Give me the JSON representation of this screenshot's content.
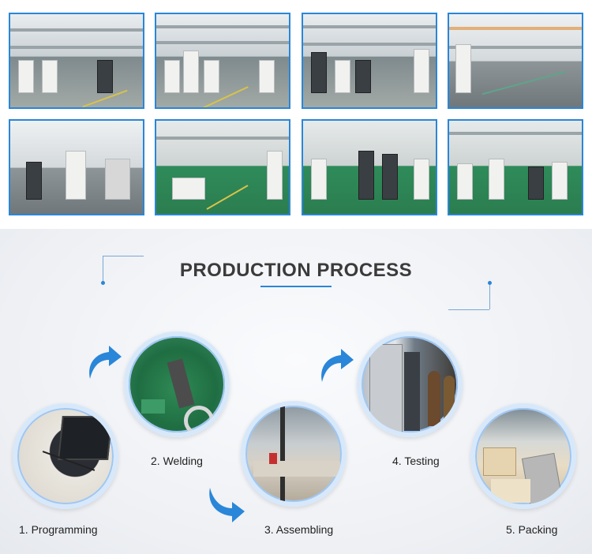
{
  "gallery": {
    "photos": [
      {
        "name": "factory-photo-1"
      },
      {
        "name": "factory-photo-2"
      },
      {
        "name": "factory-photo-3"
      },
      {
        "name": "factory-photo-4"
      },
      {
        "name": "factory-photo-5"
      },
      {
        "name": "factory-photo-6"
      },
      {
        "name": "factory-photo-7"
      },
      {
        "name": "factory-photo-8"
      }
    ]
  },
  "section": {
    "title": "PRODUCTION PROCESS"
  },
  "colors": {
    "accent": "#2a86d8",
    "ring": "#d7e8fb",
    "text": "#3b3b3b"
  },
  "steps": [
    {
      "label": "1. Programming",
      "icon": "programming-photo"
    },
    {
      "label": "2. Welding",
      "icon": "welding-photo"
    },
    {
      "label": "3. Assembling",
      "icon": "assembling-photo"
    },
    {
      "label": "4. Testing",
      "icon": "testing-photo"
    },
    {
      "label": "5. Packing",
      "icon": "packing-photo"
    }
  ]
}
